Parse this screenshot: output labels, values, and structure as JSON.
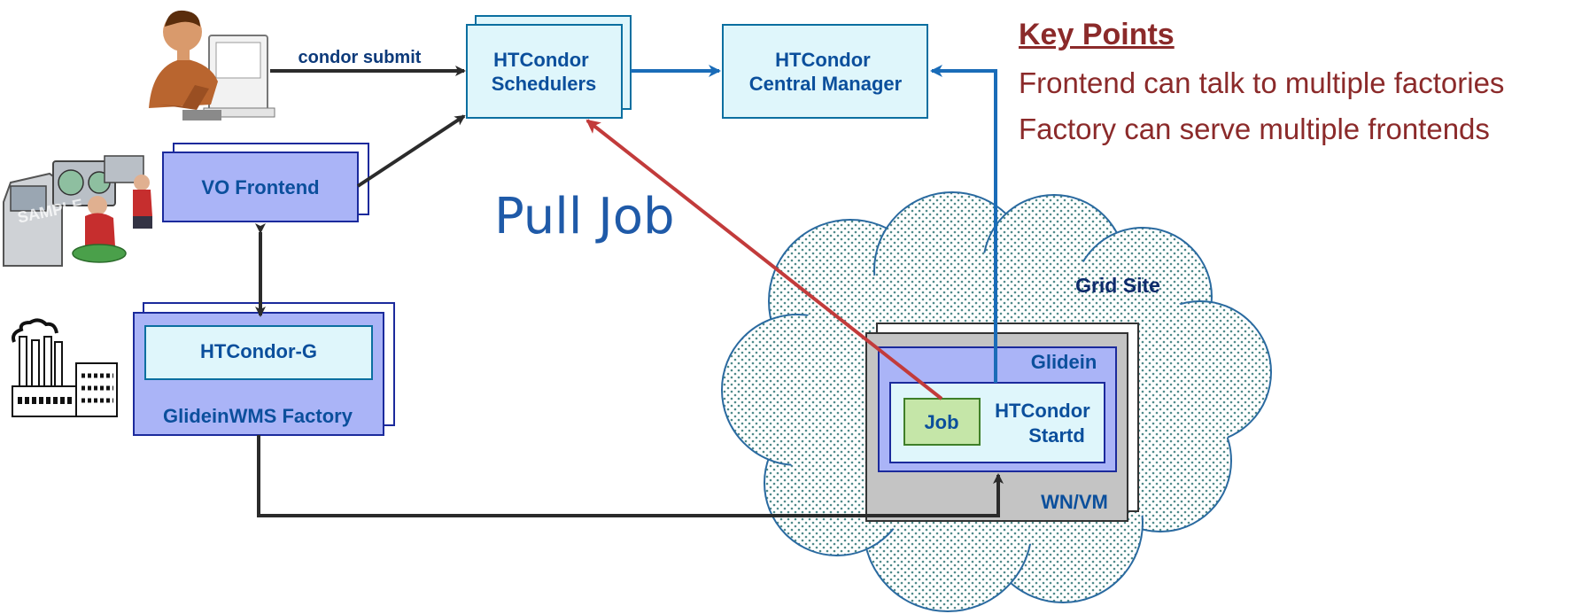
{
  "boxes": {
    "schedulers": [
      "HTCondor",
      "Schedulers"
    ],
    "central_manager": [
      "HTCondor",
      "Central Manager"
    ],
    "vo_frontend": "VO Frontend",
    "htcondor_g": "HTCondor-G",
    "factory": "GlideinWMS Factory",
    "grid_site": "Grid Site",
    "glidein": "Glidein",
    "job": "Job",
    "startd": [
      "HTCondor",
      "Startd"
    ],
    "wn_vm": "WN/VM"
  },
  "labels": {
    "condor_submit": "condor submit",
    "pull_job": "Pull Job",
    "watermark": "SAMPLE"
  },
  "key_points": {
    "title": "Key Points",
    "items": [
      "Frontend can talk to multiple factories",
      "Factory can serve multiple frontends"
    ]
  },
  "icons": [
    "user-at-computer-icon",
    "operators-console-icon",
    "factory-building-icon"
  ],
  "colors": {
    "box_cyan": "#dff6fb",
    "box_blue": "#aab4f7",
    "job_green": "#c5e6a8",
    "arrow_blue": "#1a6cb8",
    "arrow_red": "#c23b3b",
    "key_points": "#8b2a2a",
    "label_text": "#0b4f9c"
  }
}
